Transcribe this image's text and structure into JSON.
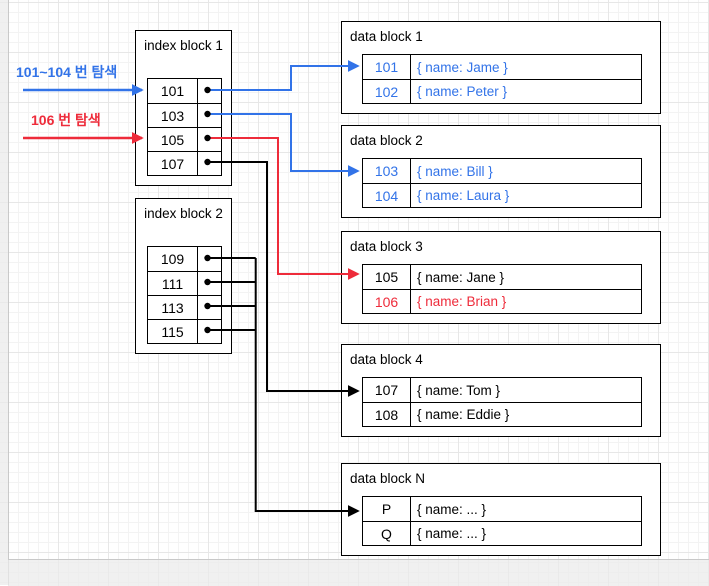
{
  "colors": {
    "blue": "#3273e8",
    "red": "#ee2b3a",
    "black": "#000000",
    "page_background": "#ffffff",
    "offpage_background": "#eaeaea"
  },
  "annotations": {
    "blue_search_label": "101~104 번 탐색",
    "red_search_label": "106 번 탐색"
  },
  "index_blocks": [
    {
      "title": "index block 1",
      "entries": [
        "101",
        "103",
        "105",
        "107"
      ]
    },
    {
      "title": "index block 2",
      "entries": [
        "109",
        "111",
        "113",
        "115"
      ]
    }
  ],
  "data_blocks": [
    {
      "title": "data block 1",
      "rows": [
        {
          "key": "101",
          "value": "{ name: Jame }"
        },
        {
          "key": "102",
          "value": "{ name: Peter }"
        }
      ]
    },
    {
      "title": "data block 2",
      "rows": [
        {
          "key": "103",
          "value": "{ name: Bill }"
        },
        {
          "key": "104",
          "value": "{ name: Laura }"
        }
      ]
    },
    {
      "title": "data block 3",
      "rows": [
        {
          "key": "105",
          "value": "{ name: Jane }"
        },
        {
          "key": "106",
          "value": "{ name: Brian }"
        }
      ]
    },
    {
      "title": "data block 4",
      "rows": [
        {
          "key": "107",
          "value": "{ name: Tom }"
        },
        {
          "key": "108",
          "value": "{ name: Eddie }"
        }
      ]
    },
    {
      "title": "data block N",
      "rows": [
        {
          "key": "P",
          "value": "{ name: ... }"
        },
        {
          "key": "Q",
          "value": "{ name: ... }"
        }
      ]
    }
  ],
  "connections": [
    {
      "from": "search-label-101-104",
      "to": "index block 1 / 101",
      "color": "blue"
    },
    {
      "from": "search-label-106",
      "to": "index block 1 / 105",
      "color": "red"
    },
    {
      "from": "index block 1 / 101",
      "to": "data block 1 / 101",
      "color": "blue"
    },
    {
      "from": "index block 1 / 103",
      "to": "data block 2 / 103",
      "color": "blue"
    },
    {
      "from": "index block 1 / 105",
      "to": "data block 3 / 105",
      "color": "red"
    },
    {
      "from": "index block 1 / 107",
      "to": "data block 4 / 107",
      "color": "black"
    },
    {
      "from": "index block 2 / 109,111,113,115",
      "to": "data block N / P",
      "color": "black"
    }
  ]
}
